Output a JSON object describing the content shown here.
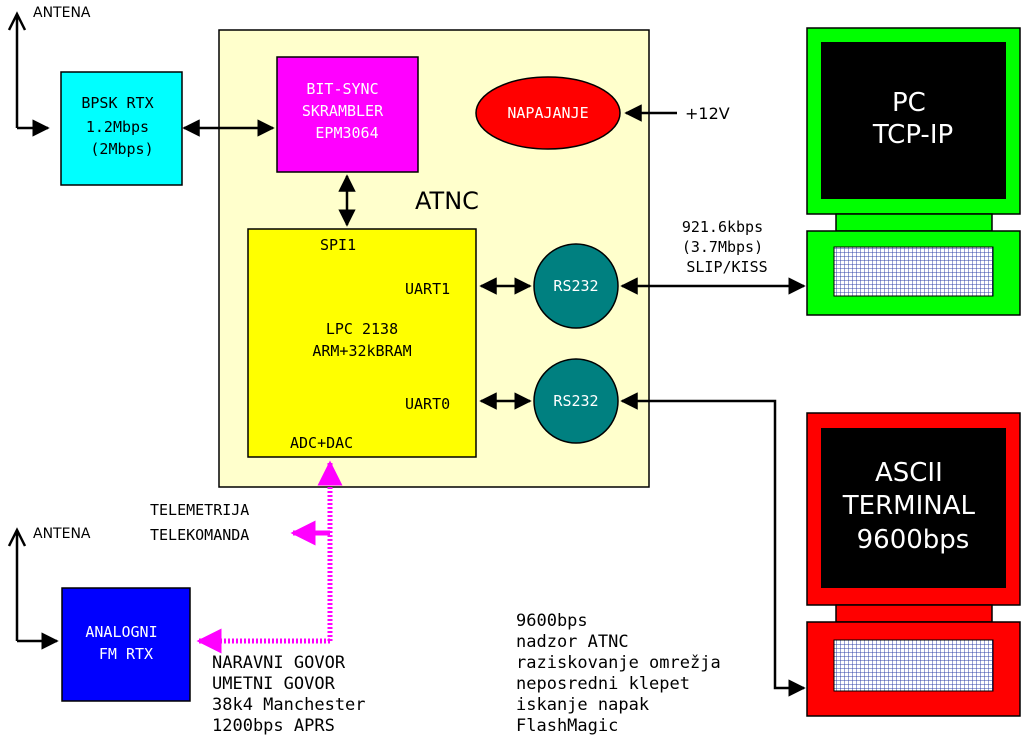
{
  "antenna_top": {
    "label": "ANTENA"
  },
  "antenna_bottom": {
    "label": "ANTENA"
  },
  "bpsk": {
    "line1": "BPSK RTX",
    "line2": "1.2Mbps",
    "line3": "(2Mbps)"
  },
  "bitsync": {
    "line1": "BIT-SYNC",
    "line2": "SKRAMBLER",
    "line3": "EPM3064"
  },
  "power": {
    "label": "NAPAJANJE",
    "input": "+12V"
  },
  "atnc": {
    "label": "ATNC"
  },
  "mcu": {
    "spi": "SPI1",
    "uart1": "UART1",
    "line1": "LPC 2138",
    "line2": "ARM+32kBRAM",
    "uart0": "UART0",
    "adc": "ADC+DAC"
  },
  "rs232_top": {
    "label": "RS232"
  },
  "rs232_bottom": {
    "label": "RS232"
  },
  "link_pc": {
    "line1": "921.6kbps",
    "line2": "(3.7Mbps)",
    "line3": "SLIP/KISS"
  },
  "pc": {
    "line1": "PC",
    "line2": "TCP-IP",
    "color": "#00ff00"
  },
  "terminal": {
    "line1": "ASCII",
    "line2": "TERMINAL",
    "line3": "9600bps",
    "color": "#ff0000"
  },
  "telemetry": {
    "line1": "TELEMETRIJA",
    "line2": "TELEKOMANDA"
  },
  "fm": {
    "line1": "ANALOGNI",
    "line2": "FM RTX"
  },
  "fm_modes": [
    "NARAVNI GOVOR",
    "UMETNI GOVOR",
    "38k4 Manchester",
    "1200bps APRS"
  ],
  "terminal_uses": [
    "9600bps",
    "nadzor ATNC",
    "raziskovanje omrežja",
    "neposredni klepet",
    "iskanje napak",
    "FlashMagic"
  ],
  "colors": {
    "board": "#ffffcc",
    "bpsk": "#00ffff",
    "bitsync": "#ff00ff",
    "power": "#ff0000",
    "mcu": "#ffff00",
    "rs232": "#008080",
    "fm": "#0000ff",
    "magenta_bus": "#ff00ff"
  }
}
